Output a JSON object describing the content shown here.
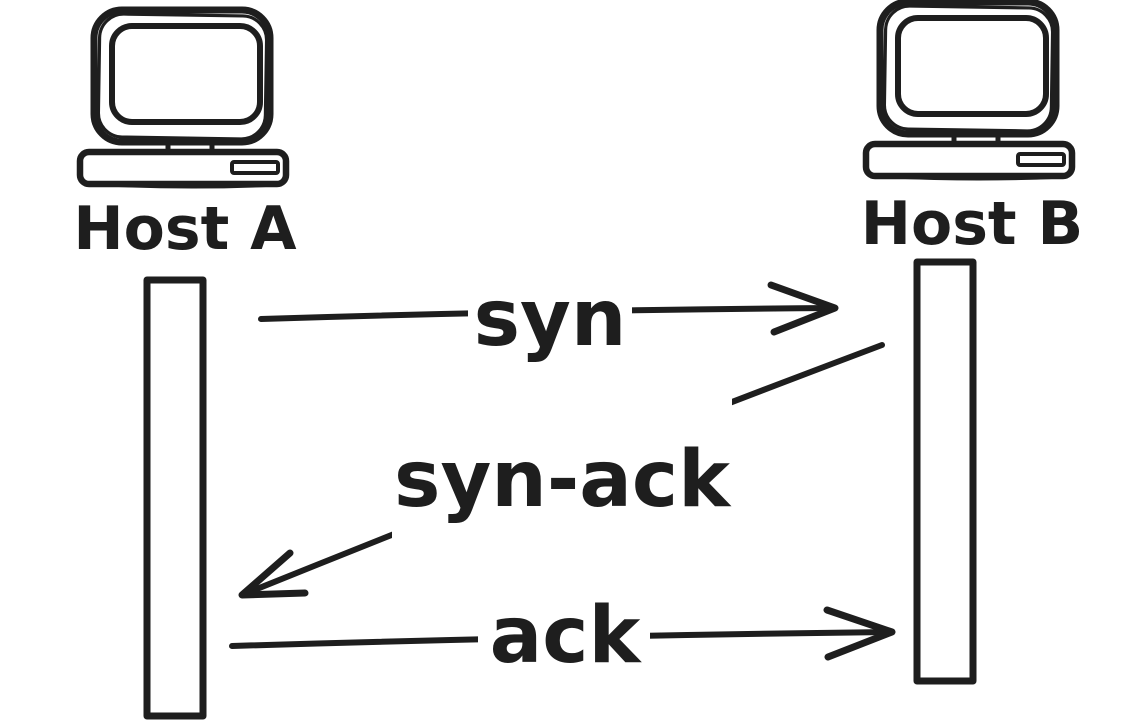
{
  "background_color": "#ffffff",
  "ink_color": "#1e1e1e",
  "hosts": [
    {
      "label": "Host A",
      "icon": "desktop-computer-icon"
    },
    {
      "label": "Host B",
      "icon": "desktop-computer-icon"
    }
  ],
  "messages": [
    {
      "label": "syn",
      "from": "Host A",
      "to": "Host B",
      "direction": "right"
    },
    {
      "label": "syn-ack",
      "from": "Host B",
      "to": "Host A",
      "direction": "left"
    },
    {
      "label": "ack",
      "from": "Host A",
      "to": "Host B",
      "direction": "right"
    }
  ]
}
